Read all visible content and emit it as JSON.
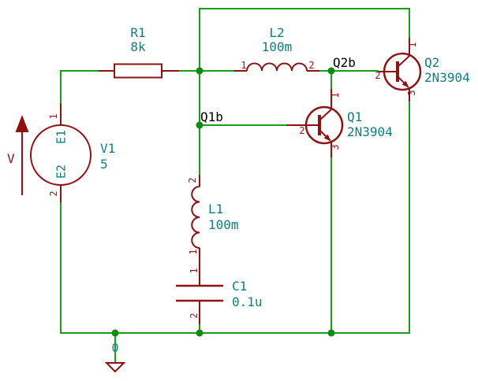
{
  "title": "circuit-schematic",
  "colors": {
    "wire": "#17a017",
    "junction": "#0c8c0c",
    "symbol": "#8e1212",
    "pin-number": "#a31414",
    "field": "#0e7f7f",
    "net-label": "#000000",
    "background": "#ffffff"
  },
  "components": {
    "v1": {
      "ref": "V1",
      "value": "5",
      "pin1": "1",
      "pin2": "2",
      "pin1_name": "E1",
      "pin2_name": "E2",
      "arrow_label": "V"
    },
    "r1": {
      "ref": "R1",
      "value": "8k"
    },
    "l2": {
      "ref": "L2",
      "value": "100m",
      "pin1": "1",
      "pin2": "2"
    },
    "l1": {
      "ref": "L1",
      "value": "100m",
      "pin1": "1",
      "pin2": "2"
    },
    "c1": {
      "ref": "C1",
      "value": "0.1u",
      "pin1": "1",
      "pin2": "2"
    },
    "q1": {
      "ref": "Q1",
      "value": "2N3904",
      "pin1": "1",
      "pin2": "2",
      "pin3": "3"
    },
    "q2": {
      "ref": "Q2",
      "value": "2N3904",
      "pin1": "1",
      "pin2": "2",
      "pin3": "3"
    },
    "gnd": {
      "ref": "0"
    }
  },
  "net_labels": {
    "q1b": "Q1b",
    "q2b": "Q2b"
  }
}
